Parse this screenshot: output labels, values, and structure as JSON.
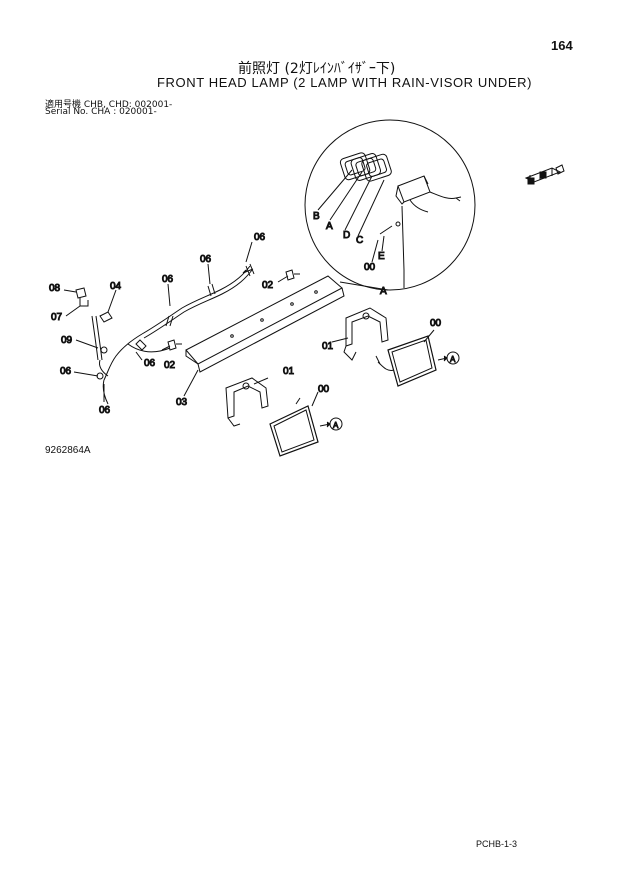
{
  "header": {
    "page_number": "164",
    "title_jp": "前照灯 (2灯ﾚｲﾝﾊﾞｲｻﾞｰ下)",
    "title_en": "FRONT HEAD LAMP (2 LAMP WITH RAIN-VISOR UNDER)",
    "serial_line_1": "適用号機 CHB, CHD: 002001-",
    "serial_line_2": "Serial No. CHA    : 020001-"
  },
  "callouts": {
    "c00_upper": "00",
    "c00_lower": "00",
    "c00_detail": "00",
    "c01_upper": "01",
    "c01_lower": "01",
    "c02_upper": "02",
    "c02_lower": "02",
    "c03": "03",
    "c04": "04",
    "c06_a": "06",
    "c06_b": "06",
    "c06_c": "06",
    "c06_d": "06",
    "c06_e": "06",
    "c06_f": "06",
    "c07": "07",
    "c08": "08",
    "c09": "09",
    "cA_detail": "A",
    "cA_view": "A",
    "cA_ref1": "A",
    "cA_ref2": "A",
    "cB": "B",
    "cC": "C",
    "cD": "D",
    "cE": "E"
  },
  "footer": {
    "figure_id": "9262864A",
    "page_code": "PCHB-1-3"
  }
}
